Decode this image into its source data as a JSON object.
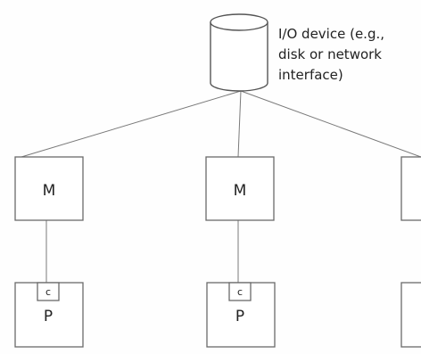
{
  "io_device": {
    "label_lines": [
      "I/O device (e.g.,",
      "disk or network",
      "interface)"
    ]
  },
  "nodes": [
    {
      "memory_label": "M",
      "processor_label": "P",
      "cache_label": "c"
    },
    {
      "memory_label": "M",
      "processor_label": "P",
      "cache_label": "c"
    },
    {
      "memory_label": "",
      "processor_label": "",
      "cache_label": ""
    }
  ]
}
